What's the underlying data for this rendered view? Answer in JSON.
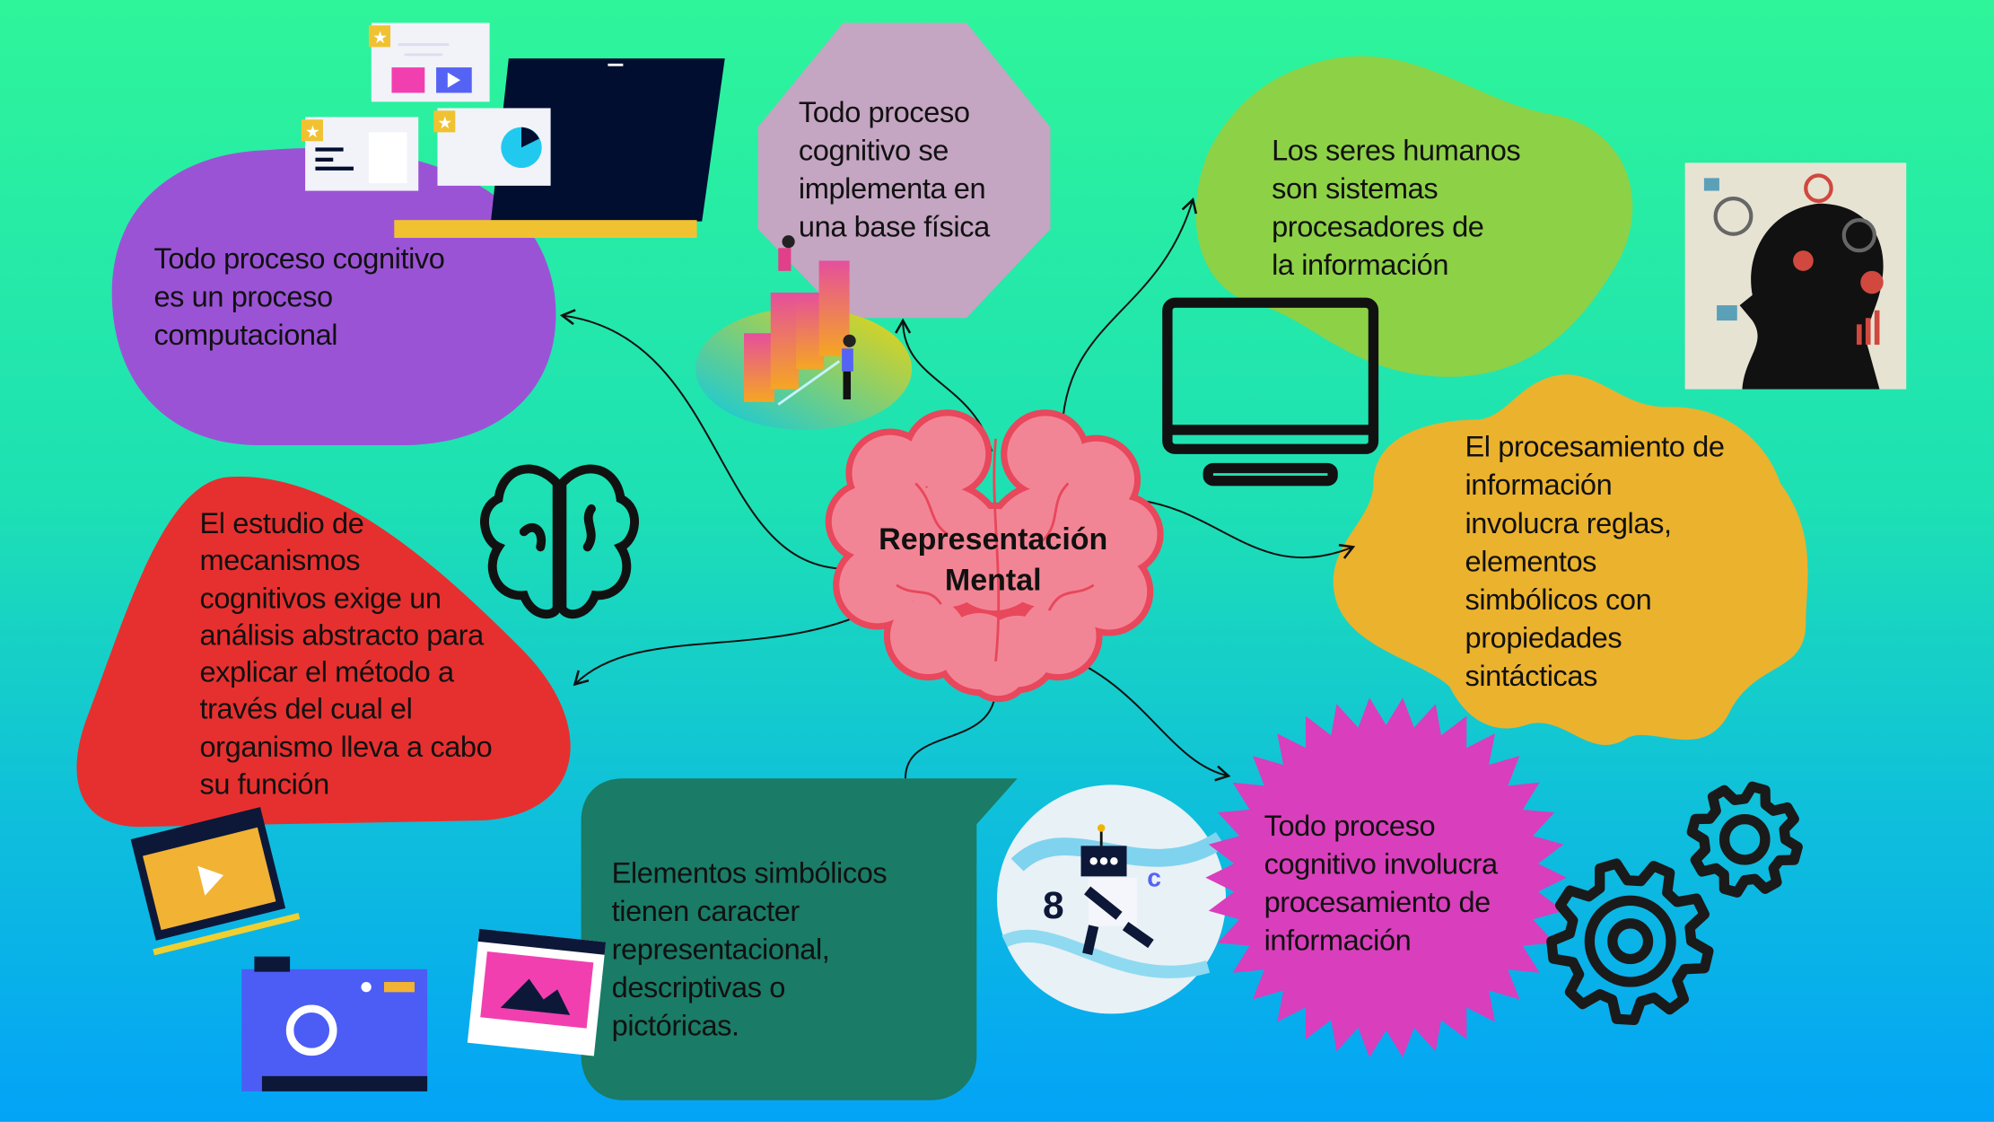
{
  "center": {
    "title": "Representación\nMental"
  },
  "nodes": {
    "computational": "Todo proceso cognitivo\nes un proceso\ncomputacional",
    "physical_base": "Todo proceso\ncognitivo se\nimplementa en\nuna base física",
    "information_processors": "Los seres humanos\nson sistemas\nprocesadores de\nla información",
    "rules": "El procesamiento de\ninformación\n involucra reglas,\nelementos\nsimbólicos con\npropiedades\nsintácticas",
    "abstract_analysis": "El estudio de\nmecanismos\n cognitivos exige un\nanálisis abstracto para\nexplicar el método a\ntravés del cual el\norganismo lleva a cabo\nsu función",
    "symbolic_elements": "Elementos simbólicos\n tienen caracter\nrepresentacional,\ndescriptivas o\npictóricas.",
    "processing": "Todo proceso\ncognitivo involucra\nprocesamiento de\ninformación"
  },
  "colors": {
    "purple": "#9b53d6",
    "mauve": "#c4a5c2",
    "green": "#8dd147",
    "yellow": "#ebb22d",
    "red": "#e6302f",
    "teal": "#1a7b66",
    "magenta": "#d93ebc",
    "brain_fill": "#f28595",
    "brain_stroke": "#e8475c"
  }
}
